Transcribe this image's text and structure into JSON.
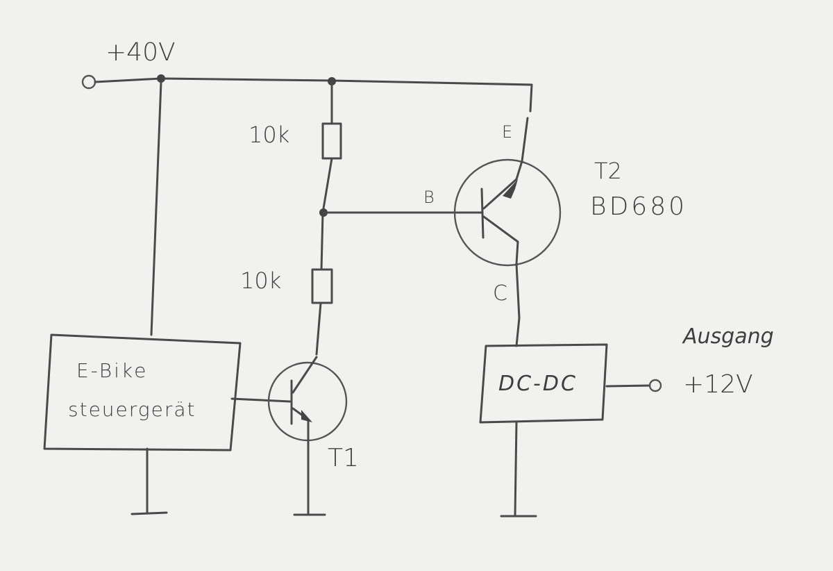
{
  "supply": {
    "label": "+40V"
  },
  "resistors": [
    {
      "value": "10k"
    },
    {
      "value": "10k"
    }
  ],
  "transistor_t2": {
    "ref": "T2",
    "type": "BD680",
    "pin_e": "E",
    "pin_b": "B",
    "pin_c": "C"
  },
  "transistor_t1": {
    "ref": "T1"
  },
  "controller": {
    "line1": "E-Bike",
    "line2": "steuergerät"
  },
  "converter": {
    "label": "DC-DC"
  },
  "output": {
    "heading": "Ausgang",
    "label": "+12V"
  }
}
